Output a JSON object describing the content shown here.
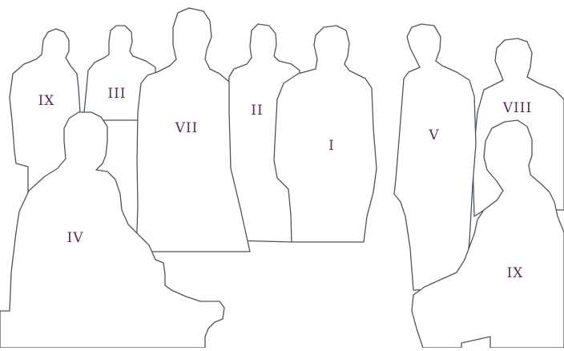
{
  "figures": [
    {
      "id": "back-left",
      "numeral": "IX"
    },
    {
      "id": "back-second",
      "numeral": "III"
    },
    {
      "id": "tall-center-left",
      "numeral": "VII"
    },
    {
      "id": "center",
      "numeral": "II"
    },
    {
      "id": "front-center",
      "numeral": "I"
    },
    {
      "id": "right-center",
      "numeral": "V"
    },
    {
      "id": "back-right",
      "numeral": "VIII"
    },
    {
      "id": "seated-left",
      "numeral": "IV"
    },
    {
      "id": "seated-right",
      "numeral": "IX"
    }
  ],
  "colors": {
    "outline": "#4a5560",
    "label": "#5b2a5c",
    "background": "#ffffff"
  }
}
